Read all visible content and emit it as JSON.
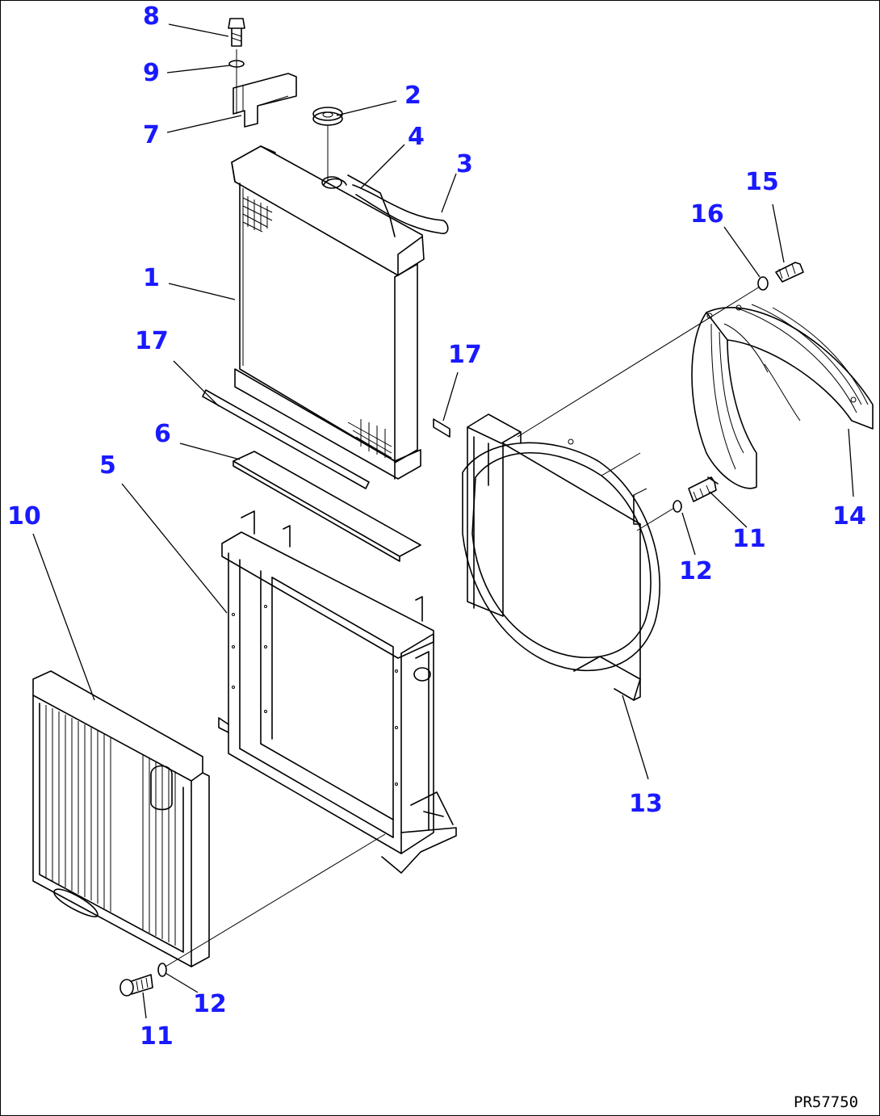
{
  "diagram": {
    "drawing_code": "PR57750",
    "accent_color": "#1a1aff",
    "callouts": {
      "c1": "1",
      "c2": "2",
      "c3": "3",
      "c4": "4",
      "c5": "5",
      "c6": "6",
      "c7": "7",
      "c8": "8",
      "c9": "9",
      "c10": "10",
      "c11a": "11",
      "c11b": "11",
      "c12a": "12",
      "c12b": "12",
      "c13": "13",
      "c14": "14",
      "c15": "15",
      "c16": "16",
      "c17a": "17",
      "c17b": "17"
    }
  }
}
